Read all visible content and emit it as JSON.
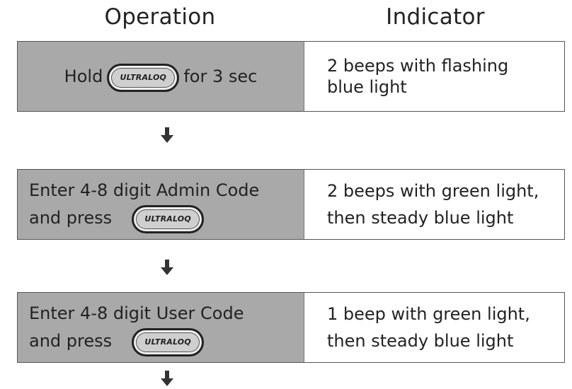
{
  "headers": {
    "operation": "Operation",
    "indicator": "Indicator"
  },
  "button": {
    "label": "ULTRALOQ",
    "icon": "ultraloq-button-icon"
  },
  "rows": [
    {
      "operation": {
        "before": "Hold",
        "after": "for 3 sec"
      },
      "indicator": [
        "2 beeps with flashing",
        "blue light"
      ]
    },
    {
      "operation": {
        "line1": "Enter 4-8 digit Admin Code",
        "line2": "and press"
      },
      "indicator": [
        "2 beeps with green light,",
        "then steady blue light"
      ]
    },
    {
      "operation": {
        "line1": "Enter 4-8 digit User Code",
        "line2": "and press"
      },
      "indicator": [
        "1 beep with green light,",
        "then steady blue light"
      ]
    }
  ],
  "colors": {
    "operation_bg": "#a9a9a9",
    "indicator_bg": "#ffffff",
    "text": "#222222",
    "arrow": "#333333"
  }
}
